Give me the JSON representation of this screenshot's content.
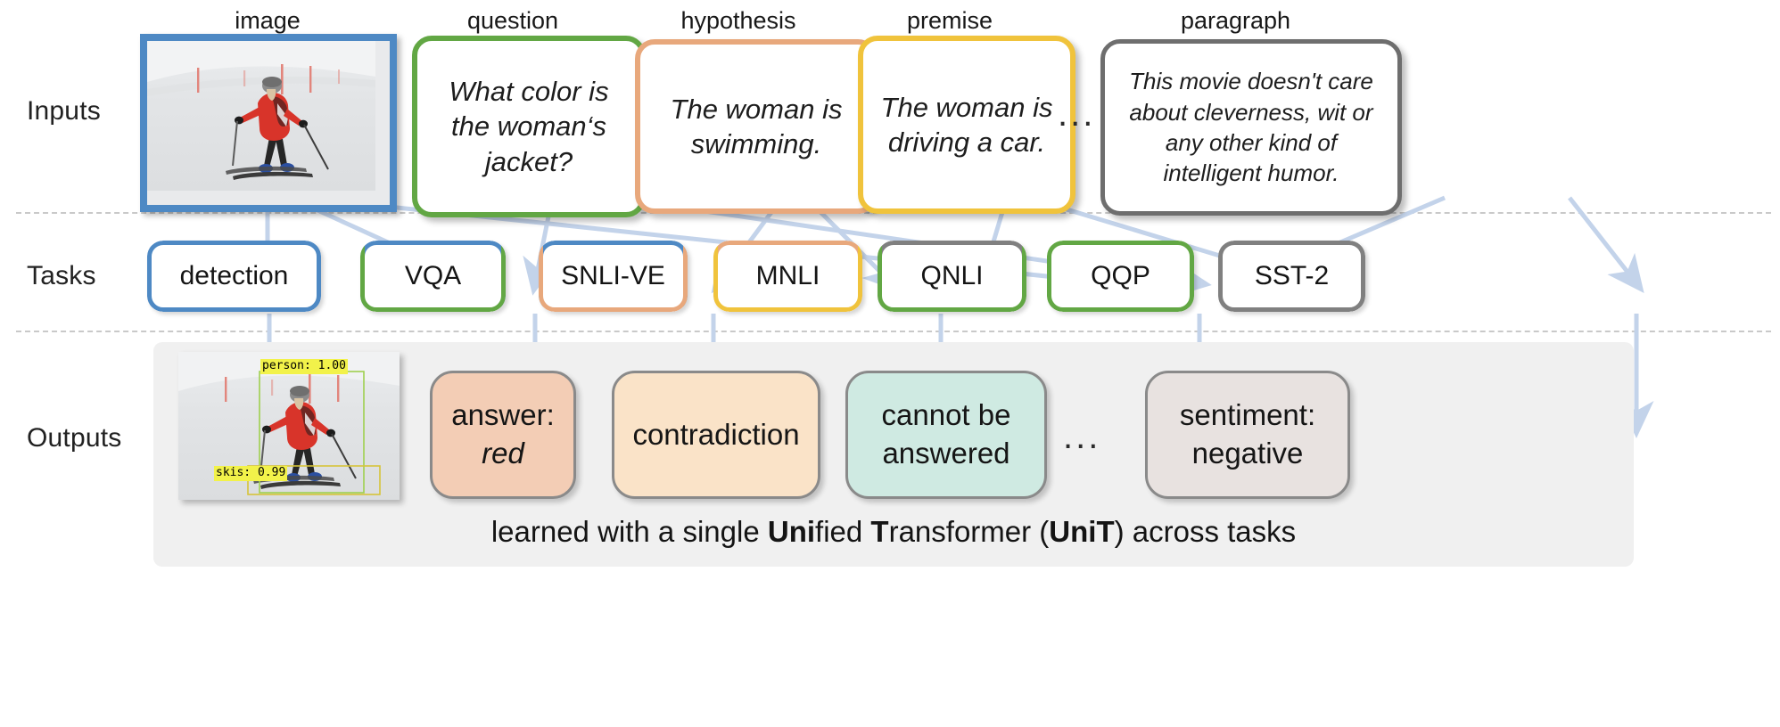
{
  "rows": {
    "inputs_label": "Inputs",
    "tasks_label": "Tasks",
    "outputs_label": "Outputs"
  },
  "inputs": {
    "ellipsis": "...",
    "items": [
      {
        "caption": "image",
        "type": "image",
        "text": "",
        "color": "#4e89c4"
      },
      {
        "caption": "question",
        "type": "text",
        "text": "What color is the woman‘s jacket?",
        "color": "#62a744"
      },
      {
        "caption": "hypothesis",
        "type": "text",
        "text": "The woman is swimming.",
        "color": "#e8a87c"
      },
      {
        "caption": "premise",
        "type": "text",
        "text": "The woman is driving a car.",
        "color": "#f0c33c"
      },
      {
        "caption": "paragraph",
        "type": "text",
        "text": "This movie doesn't care about cleverness, wit or any other kind of intelligent humor.",
        "color": "#6e6e6e"
      }
    ]
  },
  "tasks": {
    "items": [
      {
        "label": "detection",
        "top_color": "#4e89c4",
        "bottom_color": "#4e89c4"
      },
      {
        "label": "VQA",
        "top_color": "#4e89c4",
        "bottom_color": "#62a744"
      },
      {
        "label": "SNLI-VE",
        "top_color": "#4e89c4",
        "bottom_color": "#e8a87c"
      },
      {
        "label": "MNLI",
        "top_color": "#e8a87c",
        "bottom_color": "#f0c33c"
      },
      {
        "label": "QNLI",
        "top_color": "#808080",
        "bottom_color": "#62a744"
      },
      {
        "label": "QQP",
        "top_color": "#62a744",
        "bottom_color": "#62a744"
      },
      {
        "label": "SST-2",
        "top_color": "#808080",
        "bottom_color": "#808080"
      }
    ]
  },
  "outputs": {
    "ellipsis": "...",
    "detection": {
      "labels": [
        {
          "text": "person: 1.00"
        },
        {
          "text": "skis: 0.99"
        }
      ]
    },
    "items": [
      {
        "line1": "answer:",
        "line2": "red",
        "italic_line2": true,
        "fill": "#f3cdb5",
        "border": "#8a8a8a"
      },
      {
        "line1": "contradiction",
        "line2": "",
        "italic_line2": false,
        "fill": "#fae3c8",
        "border": "#8a8a8a"
      },
      {
        "line1": "cannot be",
        "line2": "answered",
        "italic_line2": false,
        "fill": "#cfeae2",
        "border": "#8a8a8a"
      },
      {
        "line1": "sentiment:",
        "line2": "negative",
        "italic_line2": false,
        "fill": "#e8e2e0",
        "border": "#8a8a8a"
      }
    ],
    "footer": {
      "prefix": "learned with a single ",
      "bold1": "Uni",
      "mid1": "fied ",
      "bold2": "T",
      "mid2": "ransformer (",
      "bold3": "UniT",
      "suffix": ") across tasks"
    }
  },
  "colors": {
    "blue": "#4e89c4",
    "green": "#62a744",
    "orange": "#e8a87c",
    "yellow": "#f0c33c",
    "gray": "#6e6e6e",
    "arrow": "#c3d3ea",
    "panel_bg": "#f0f0f0",
    "separator": "#c9c9c9"
  }
}
